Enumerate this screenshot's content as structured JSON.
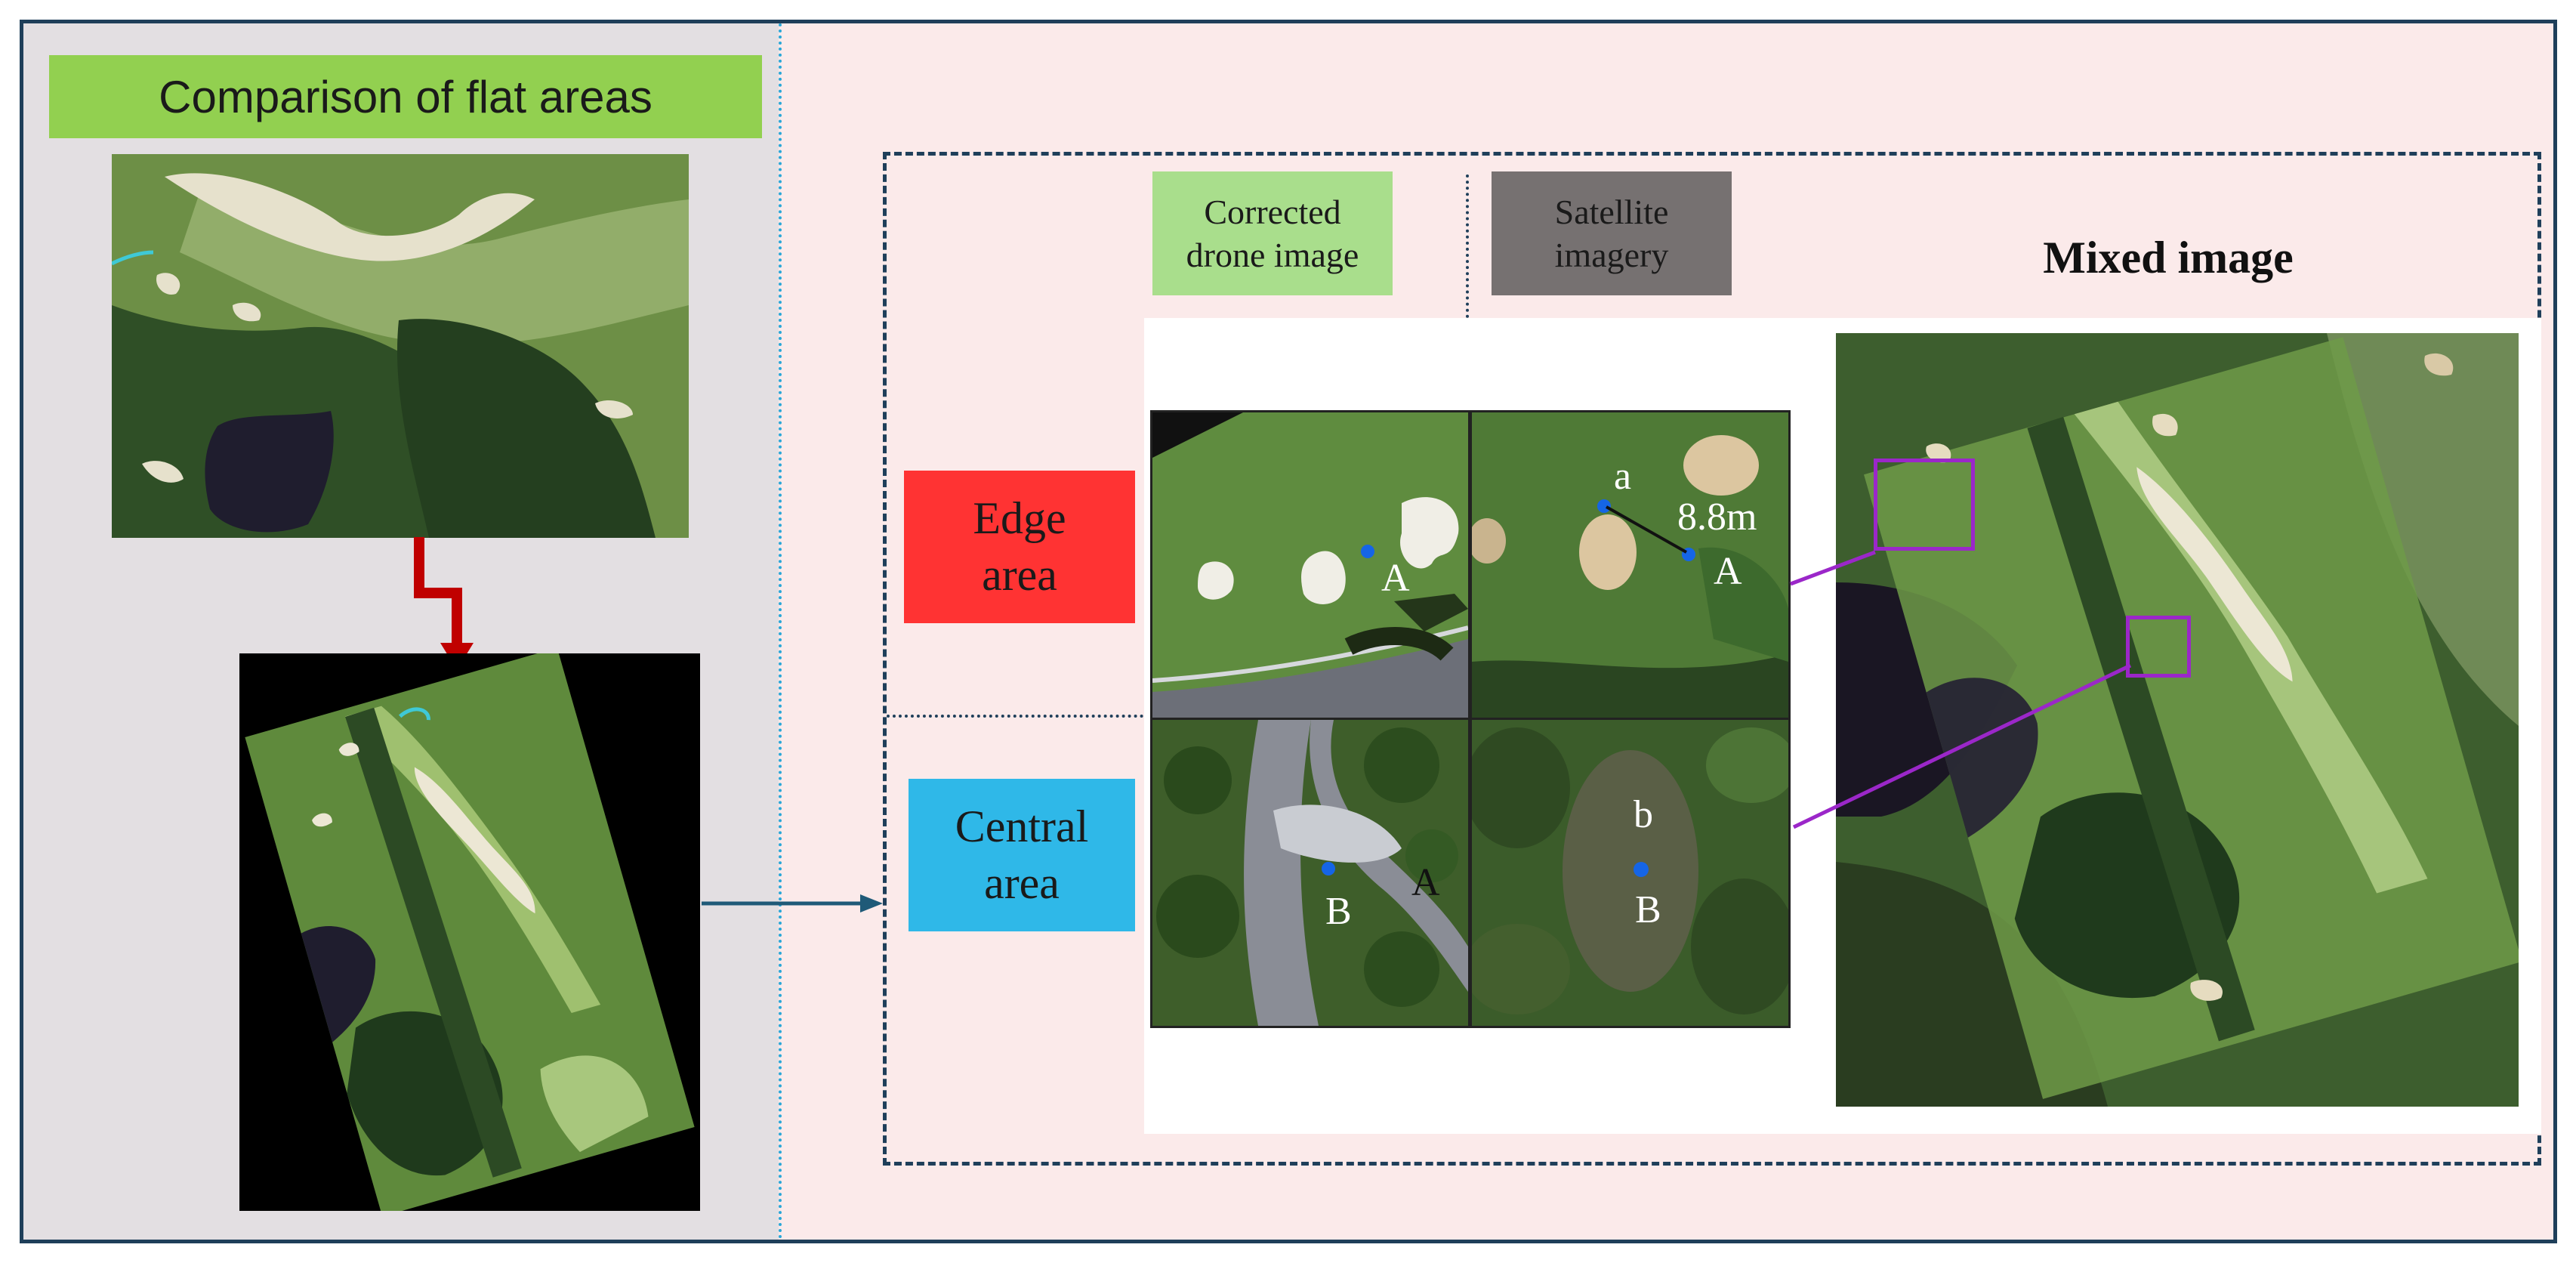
{
  "left_panel": {
    "title": "Comparison of flat areas"
  },
  "headers": {
    "corrected_drone": "Corrected drone image",
    "satellite": "Satellite imagery",
    "mixed": "Mixed image"
  },
  "rows": {
    "edge": "Edge area",
    "central": "Central area"
  },
  "annotations": {
    "a_upper": "a",
    "distance": "8.8m",
    "A_sat": "A",
    "A_drone": "A",
    "A_central": "A",
    "b_lower": "b",
    "B_sat": "B",
    "B_drone": "B"
  },
  "colors": {
    "title_bg": "#92d050",
    "edge_bg": "#ff3333",
    "central_bg": "#2fb8e8",
    "corrected_bg": "#a9de8c",
    "satellite_bg": "#767171",
    "frame": "#1f3f5a",
    "highlight": "#9b27c9",
    "marker": "#1565e6"
  }
}
